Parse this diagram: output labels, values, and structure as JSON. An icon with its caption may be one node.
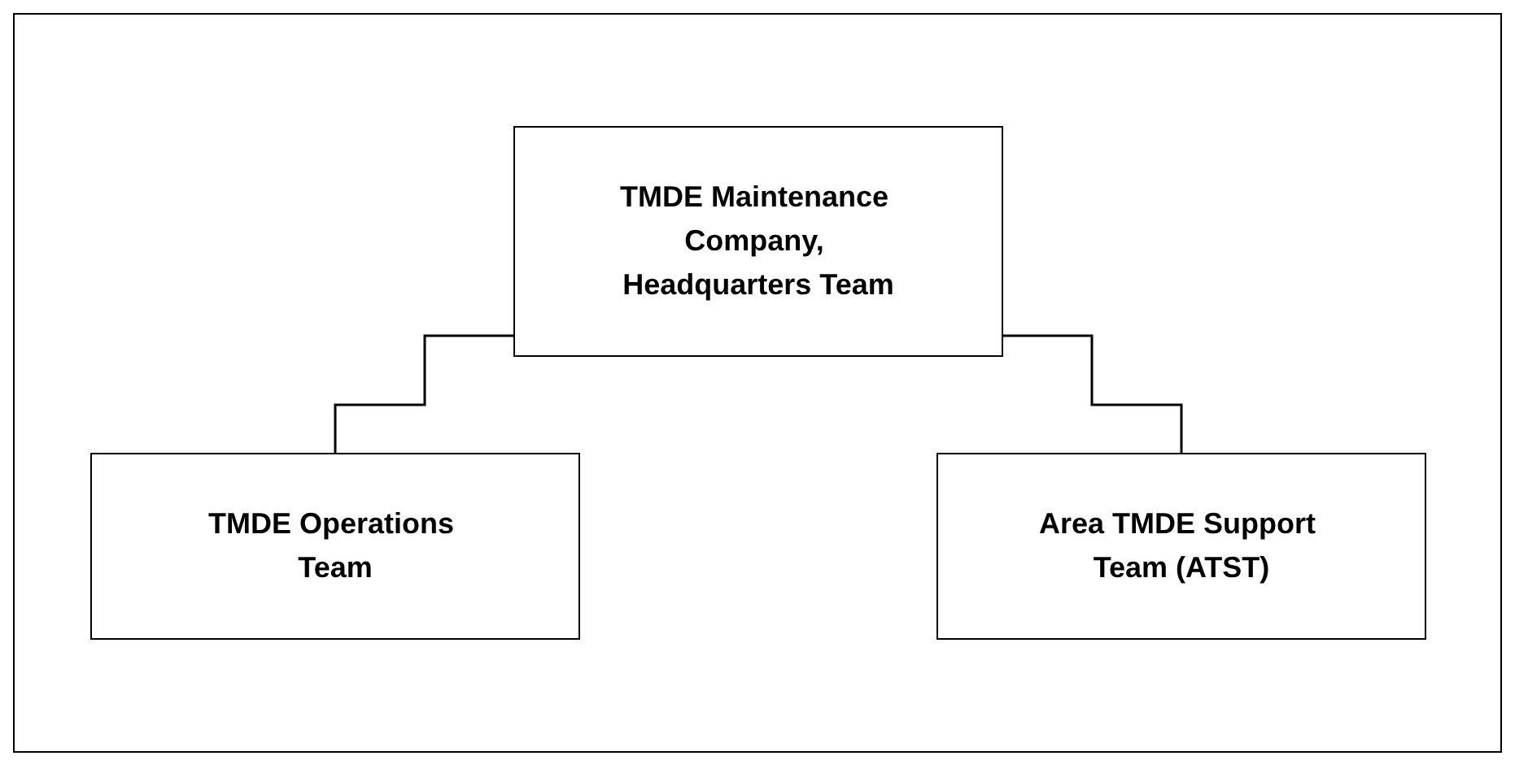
{
  "diagram": {
    "nodes": [
      {
        "text": [
          "TMDE Maintenance Company, Headquarters Team"
        ]
      },
      {
        "text": [
          "TMDE Operations Team"
        ]
      },
      {
        "text": [
          "Area TMDE Support Team (ATST)"
        ]
      }
    ],
    "edges": [
      {
        "from": 0,
        "to": 1,
        "arrow": "none"
      },
      {
        "from": 0,
        "to": 2,
        "arrow": "none"
      }
    ]
  }
}
